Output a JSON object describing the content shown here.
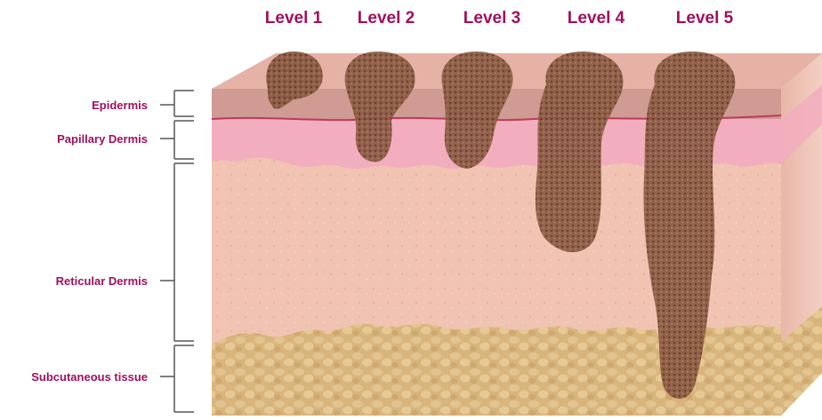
{
  "levels": [
    {
      "label": "Level 1"
    },
    {
      "label": "Level 2"
    },
    {
      "label": "Level 3"
    },
    {
      "label": "Level 4"
    },
    {
      "label": "Level 5"
    }
  ],
  "layers": [
    {
      "label": "Epidermis"
    },
    {
      "label": "Papillary Dermis"
    },
    {
      "label": "Reticular Dermis"
    },
    {
      "label": "Subcutaneous tissue"
    }
  ],
  "colors": {
    "label": "#a0105f",
    "level_label": "#a0105f",
    "bracket": "#555555",
    "epidermis": "#c9948c",
    "papillary": "#f2aebe",
    "reticular": "#f1c3b2",
    "subcutaneous": "#d8b57c",
    "lesion": "#7a4a35",
    "boundary_line": "#c0395c"
  }
}
